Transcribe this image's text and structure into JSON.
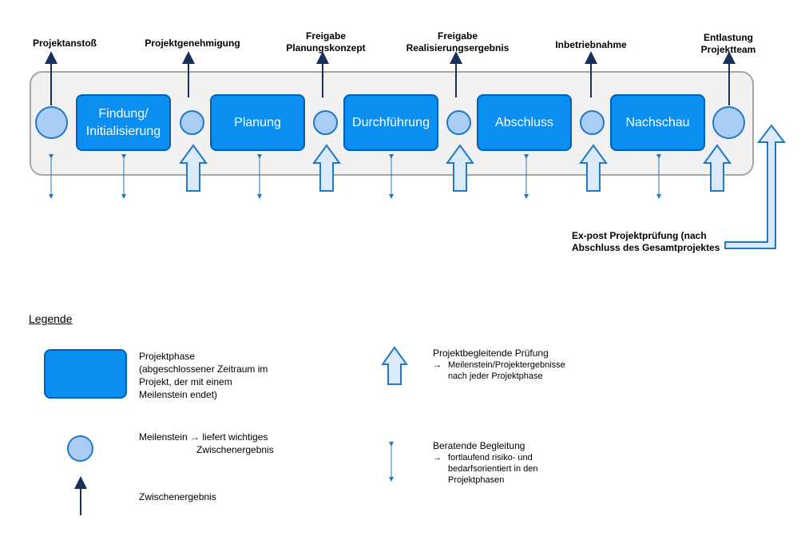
{
  "milestones_top": [
    {
      "id": "m1",
      "label": "Projektanstoß"
    },
    {
      "id": "m2",
      "label": "Projektgenehmigung"
    },
    {
      "id": "m3",
      "label": "Freigabe\nPlanungskonzept"
    },
    {
      "id": "m4",
      "label": "Freigabe\nRealisierungsergebnis"
    },
    {
      "id": "m5",
      "label": "Inbetriebnahme"
    },
    {
      "id": "m6",
      "label": "Entlastung\nProjektteam"
    }
  ],
  "phases": [
    {
      "id": "p1",
      "label": "Findung/\nInitialisierung"
    },
    {
      "id": "p2",
      "label": "Planung"
    },
    {
      "id": "p3",
      "label": "Durchführung"
    },
    {
      "id": "p4",
      "label": "Abschluss"
    },
    {
      "id": "p5",
      "label": "Nachschau"
    }
  ],
  "expost_label": "Ex-post Projektprüfung (nach\nAbschluss des Gesamtprojektes",
  "legend": {
    "title": "Legende",
    "phase_text": "Projektphase\n(abgeschlossener Zeitraum im\nProjekt, der mit einem\nMeilenstein endet)",
    "milestone_text_1": "Meilenstein → liefert wichtiges",
    "milestone_text_2": "Zwischenergebnis",
    "result_text": "Zwischenergebnis",
    "review_title": "Projektbegleitende Prüfung",
    "review_arrow": "→",
    "review_detail": "Meilenstein/Projektergebnisse\nnach jeder Projektphase",
    "advice_title": "Beratende Begleitung",
    "advice_arrow": "→",
    "advice_detail": "fortlaufend risiko- und\nbedarfsorientiert in den\nProjektphasen"
  },
  "colors": {
    "phase_fill": "#0a8ef0",
    "phase_border": "#0060b8",
    "milestone_fill": "#a9cdf5",
    "milestone_border": "#1f78c8",
    "band_fill": "#f1f1f1",
    "band_border": "#a6a6a6",
    "result_arrow": "#1b2f5c",
    "review_arrow_fill": "#dbeafb",
    "review_arrow_border": "#1f78c8",
    "advice_arrow": "#1f78c8"
  }
}
